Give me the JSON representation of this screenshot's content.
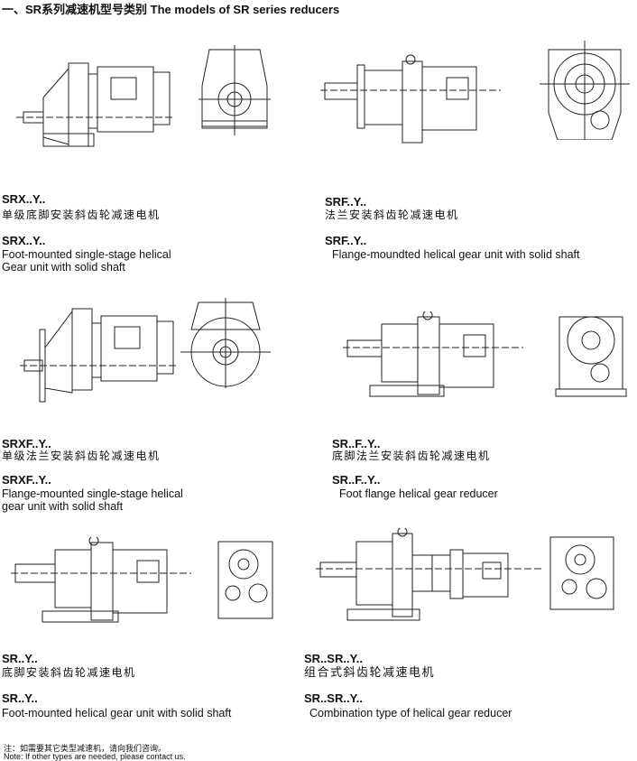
{
  "title": "一、SR系列减速机型号类别 The models of SR series reducers",
  "models": [
    {
      "code": "SRX..Y..",
      "cn": "单级底脚安装斜齿轮减速电机",
      "code2": "SRX..Y..",
      "en1": "Foot-mounted single-stage helical",
      "en2": "Gear unit with solid shaft"
    },
    {
      "code": "SRF..Y..",
      "cn": "法兰安装斜齿轮减速电机",
      "code2": "SRF..Y..",
      "en1": "Flange-moundted helical gear unit with solid shaft"
    },
    {
      "code": "SRXF..Y..",
      "cn": "单级法兰安装斜齿轮减速电机",
      "code2": "SRXF..Y..",
      "en1": "Flange-mounted single-stage helical",
      "en2": "gear unit with solid shaft"
    },
    {
      "code": "SR..F..Y..",
      "cn": "底脚法兰安装斜齿轮减速电机",
      "code2": "SR..F..Y..",
      "en1": "Foot flange helical gear reducer"
    },
    {
      "code": "SR..Y..",
      "cn": "底脚安装斜齿轮减速电机",
      "code2": "SR..Y..",
      "en1": "Foot-mounted helical gear unit with solid shaft"
    },
    {
      "code": "SR..SR..Y..",
      "cn": "组合式斜齿轮减速电机",
      "code2": "SR..SR..Y..",
      "en1": "Combination type of helical gear reducer"
    }
  ],
  "note": {
    "cn": "注：如需要其它类型减速机，请向我们咨询。",
    "en": "Note: If other types are needed, please contact us."
  }
}
